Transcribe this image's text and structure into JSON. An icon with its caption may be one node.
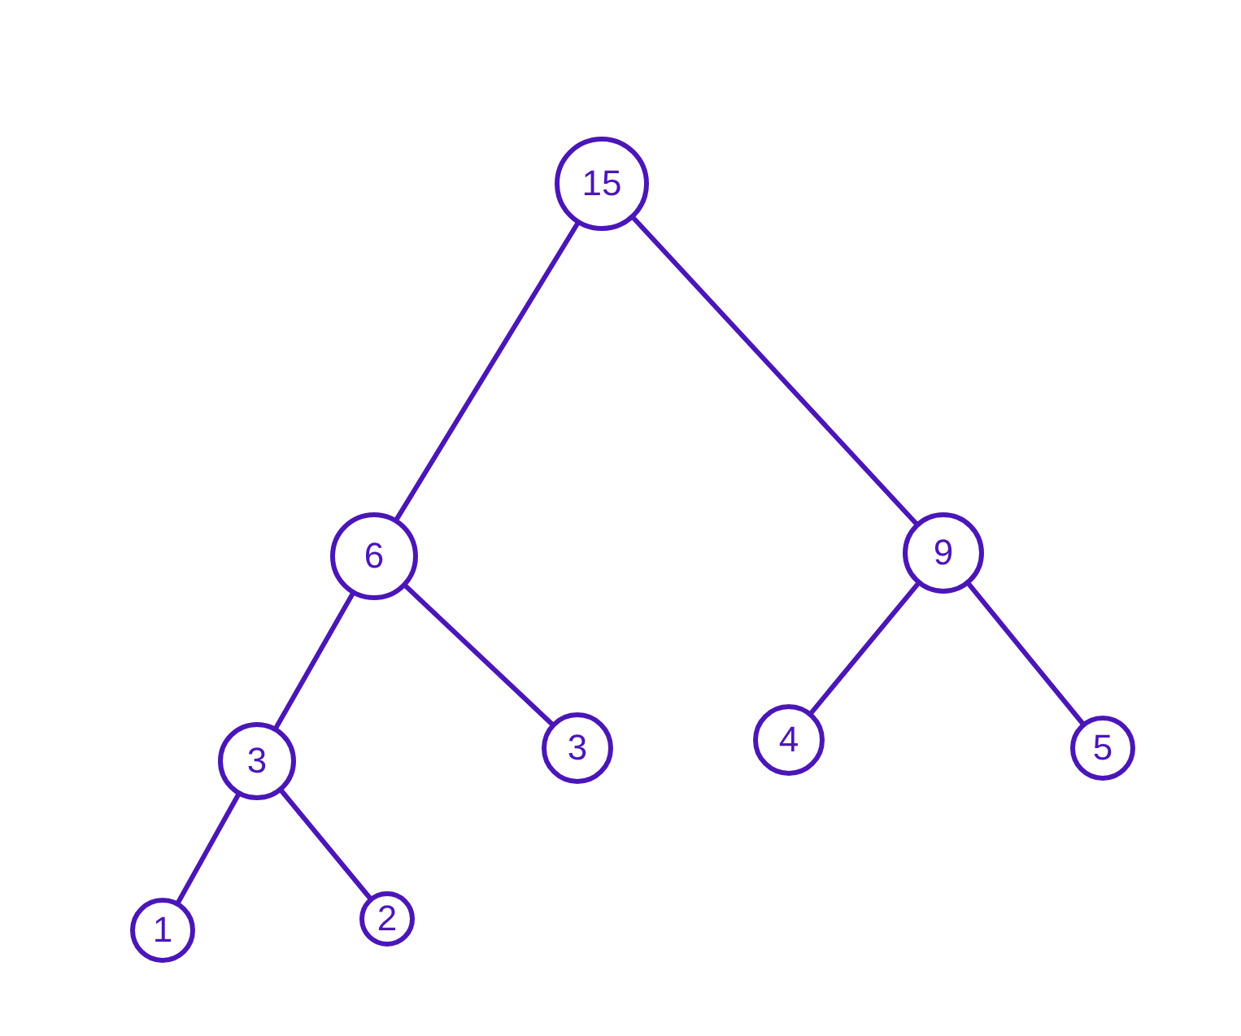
{
  "diagram": {
    "nodes": [
      {
        "text": [
          "15"
        ]
      },
      {
        "text": [
          "6"
        ]
      },
      {
        "text": [
          "9"
        ]
      },
      {
        "text": [
          "3"
        ]
      },
      {
        "text": [
          "3"
        ]
      },
      {
        "text": [
          "4"
        ]
      },
      {
        "text": [
          "5"
        ]
      },
      {
        "text": [
          "1"
        ]
      },
      {
        "text": [
          "2"
        ]
      }
    ],
    "edges": [
      {
        "from": 0,
        "to": 1,
        "arrow": "none"
      },
      {
        "from": 0,
        "to": 2,
        "arrow": "none"
      },
      {
        "from": 1,
        "to": 3,
        "arrow": "none"
      },
      {
        "from": 1,
        "to": 4,
        "arrow": "none"
      },
      {
        "from": 2,
        "to": 5,
        "arrow": "none"
      },
      {
        "from": 2,
        "to": 6,
        "arrow": "none"
      },
      {
        "from": 3,
        "to": 7,
        "arrow": "none"
      },
      {
        "from": 3,
        "to": 8,
        "arrow": "none"
      }
    ]
  }
}
